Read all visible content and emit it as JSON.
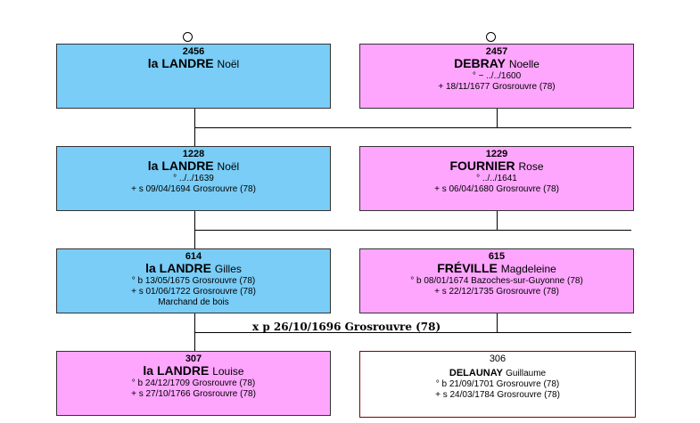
{
  "persons": {
    "p2456": {
      "num": "2456",
      "surname": "la LANDRE",
      "given": "Noël",
      "lines": []
    },
    "p2457": {
      "num": "2457",
      "surname": "DEBRAY",
      "given": "Noelle",
      "lines": [
        "° ~ ../../1600",
        "+ 18/11/1677 Grosrouvre (78)"
      ]
    },
    "p1228": {
      "num": "1228",
      "surname": "la LANDRE",
      "given": "Noël",
      "lines": [
        "° ../../1639",
        "+ s 09/04/1694 Grosrouvre (78)"
      ]
    },
    "p1229": {
      "num": "1229",
      "surname": "FOURNIER",
      "given": "Rose",
      "lines": [
        "° ../../1641",
        "+ s 06/04/1680 Grosrouvre (78)"
      ]
    },
    "p614": {
      "num": "614",
      "surname": "la LANDRE",
      "given": "Gilles",
      "lines": [
        "° b 13/05/1675 Grosrouvre (78)",
        "+ s 01/06/1722 Grosrouvre (78)",
        "Marchand de bois"
      ]
    },
    "p615": {
      "num": "615",
      "surname": "FRÉVILLE",
      "given": "Magdeleine",
      "lines": [
        "° b 08/01/1674 Bazoches-sur-Guyonne (78)",
        "+ s 22/12/1735 Grosrouvre (78)"
      ]
    },
    "p307": {
      "num": "307",
      "surname": "la LANDRE",
      "given": "Louise",
      "lines": [
        "° b 24/12/1709 Grosrouvre (78)",
        "+ s 27/10/1766 Grosrouvre (78)"
      ]
    },
    "p306": {
      "num": "306",
      "surname": "DELAUNAY",
      "given": "Guillaume",
      "lines": [
        "° b 21/09/1701 Grosrouvre (78)",
        "+ s 24/03/1784 Grosrouvre (78)"
      ]
    }
  },
  "marriage": "x p 26/10/1696 Grosrouvre (78)",
  "colors": {
    "male": "#79cdf7",
    "female": "#fea6fe",
    "line": "#000000"
  }
}
